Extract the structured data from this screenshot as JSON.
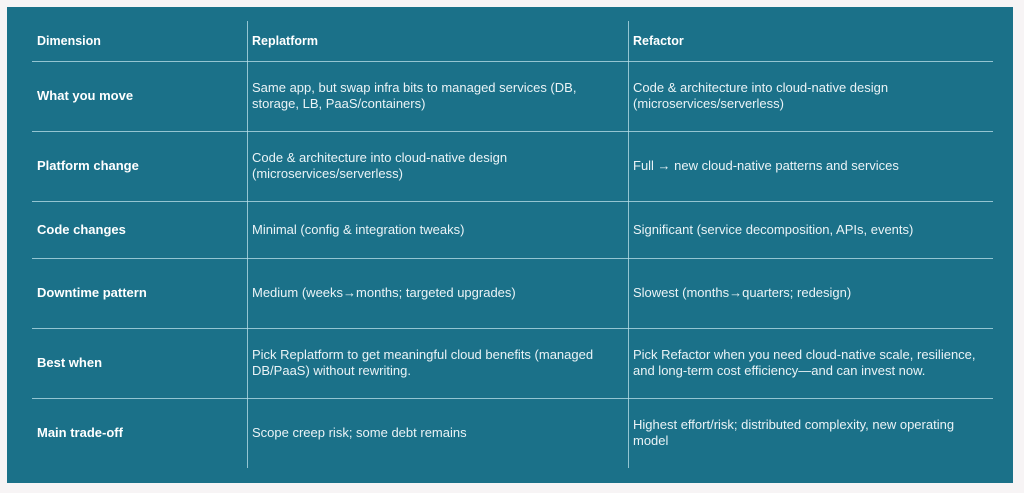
{
  "table": {
    "headers": [
      "Dimension",
      "Replatform",
      "Refactor"
    ],
    "rows": [
      {
        "dimension": "What you move",
        "replatform": "Same app, but swap infra bits to managed services (DB, storage, LB, PaaS/containers)",
        "refactor": "Code & architecture into cloud-native design (microservices/serverless)"
      },
      {
        "dimension": "Platform change",
        "replatform": "Code & architecture into cloud-native design (microservices/serverless)",
        "refactor": "Full → new cloud-native patterns and services"
      },
      {
        "dimension": "Code changes",
        "replatform": "Minimal (config & integration tweaks)",
        "refactor": "Significant (service decomposition, APIs, events)"
      },
      {
        "dimension": "Downtime pattern",
        "replatform": "Medium (weeks→months; targeted upgrades)",
        "refactor": "Slowest (months→quarters; redesign)"
      },
      {
        "dimension": "Best when",
        "replatform": "Pick Replatform to get meaningful cloud benefits (managed DB/PaaS) without rewriting.",
        "refactor": "Pick Refactor when you need cloud-native scale, resilience, and long-term cost efficiency—and can invest now."
      },
      {
        "dimension": "Main trade-off",
        "replatform": "Scope creep risk; some debt remains",
        "refactor": "Highest effort/risk; distributed complexity, new operating model"
      }
    ]
  },
  "colors": {
    "panel_background": "#1b7189",
    "page_background": "#f7f4f5",
    "text": "#eaf3f6",
    "grid_lines": "#bee1eb"
  }
}
